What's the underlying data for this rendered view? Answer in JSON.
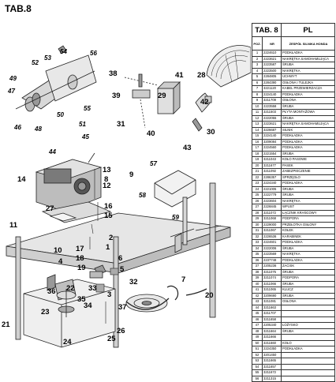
{
  "title": "TAB.8",
  "labels": {
    "l52": "52",
    "l53": "53",
    "l54": "54",
    "l56": "56",
    "l49": "49",
    "l47": "47",
    "l50": "50",
    "l55": "55",
    "l46": "46",
    "l48": "48",
    "l51": "51",
    "l45": "45",
    "l44": "44",
    "l38": "38",
    "l41": "41",
    "l39": "39",
    "l29": "29",
    "l31": "31",
    "l40": "40",
    "l28": "28",
    "l42": "42",
    "l30": "30",
    "l43": "43",
    "l14": "14",
    "l13": "13",
    "l8": "8",
    "l12": "12",
    "l9": "9",
    "l57": "57",
    "l58": "58",
    "l59": "59",
    "l27": "27",
    "l16": "16",
    "l15": "15",
    "l11": "11",
    "l2": "2",
    "l1": "1",
    "l10": "10",
    "l4": "4",
    "l17": "17",
    "l18": "18",
    "l19": "19",
    "l6": "6",
    "l5": "5",
    "l32": "32",
    "l36": "36",
    "l22": "22",
    "l35": "35",
    "l34": "34",
    "l33": "33",
    "l37": "37",
    "l3": "3",
    "l7": "7",
    "l20": "20",
    "l21": "21",
    "l23": "23",
    "l26": "26",
    "l25": "25",
    "l24": "24"
  },
  "table": {
    "header": {
      "tab": "TAB. 8",
      "lang": "PL"
    },
    "subheader": {
      "poz": "POZ.",
      "nr": "NR",
      "desc": "ZESPÓŁ SILNIKA HONDA"
    },
    "rows": [
      {
        "poz": "1",
        "nr": "2224610",
        "desc": "PODKŁADKA"
      },
      {
        "poz": "2",
        "nr": "2223621",
        "desc": "NAKRĘTKA SAMOHAMUJĄCA"
      },
      {
        "poz": "3",
        "nr": "2223587",
        "desc": "ŚRUBA"
      },
      {
        "poz": "4",
        "nr": "2223500",
        "desc": "NAKRĘTKA"
      },
      {
        "poz": "5",
        "nr": "2284805",
        "desc": "UCHWYT"
      },
      {
        "poz": "6",
        "nr": "2284390",
        "desc": "OSŁONA I TULEJKA"
      },
      {
        "poz": "7",
        "nr": "3221120",
        "desc": "KABEL PRZEWIERZACZA"
      },
      {
        "poz": "8",
        "nr": "2224140",
        "desc": "PODKŁADKA"
      },
      {
        "poz": "9",
        "nr": "3211709",
        "desc": "OSŁONA"
      },
      {
        "poz": "10",
        "nr": "2223558",
        "desc": "ŚRUBA"
      },
      {
        "poz": "11",
        "nr": "3211503",
        "desc": "PŁYTA MONTAŻOWA"
      },
      {
        "poz": "12",
        "nr": "2222055",
        "desc": "ŚRUBA"
      },
      {
        "poz": "13",
        "nr": "2223621",
        "desc": "NAKRĘTKA SAMOHAMUJĄCA"
      },
      {
        "poz": "14",
        "nr": "3226687",
        "desc": "SILNIK"
      },
      {
        "poz": "15",
        "nr": "2224140",
        "desc": "PODKŁADKA"
      },
      {
        "poz": "16",
        "nr": "3209084",
        "desc": "PODKŁADKA"
      },
      {
        "poz": "17",
        "nr": "2224560",
        "desc": "PODKŁADKA"
      },
      {
        "poz": "18",
        "nr": "2221554",
        "desc": "ŚRUBA"
      },
      {
        "poz": "19",
        "nr": "3211043",
        "desc": "KOŁO PASOWE"
      },
      {
        "poz": "20",
        "nr": "3211677",
        "desc": "PASEK"
      },
      {
        "poz": "21",
        "nr": "3211092",
        "desc": "ZABEZPIECZENIE"
      },
      {
        "poz": "22",
        "nr": "2286357",
        "desc": "SPRZĘGŁO"
      },
      {
        "poz": "23",
        "nr": "2224340",
        "desc": "PODKŁADKA"
      },
      {
        "poz": "24",
        "nr": "2221005",
        "desc": "ŚRUBA"
      },
      {
        "poz": "25",
        "nr": "2222779",
        "desc": "ŚRUBA"
      },
      {
        "poz": "26",
        "nr": "2223604",
        "desc": "NAKRĘTKA"
      },
      {
        "poz": "27",
        "nr": "2226845",
        "desc": "WPUST"
      },
      {
        "poz": "28",
        "nr": "3211072",
        "desc": "ŁĄCZNIK KRAŃCOWY"
      },
      {
        "poz": "29",
        "nr": "3211068",
        "desc": "PODPORA"
      },
      {
        "poz": "30",
        "nr": "2229000",
        "desc": "PRZEŁOTKA OSŁONY"
      },
      {
        "poz": "31",
        "nr": "3211067",
        "desc": "KOŁEK"
      },
      {
        "poz": "32",
        "nr": "2226536",
        "desc": "KARABINEK"
      },
      {
        "poz": "33",
        "nr": "2224601",
        "desc": "PODKŁADKA"
      },
      {
        "poz": "34",
        "nr": "2222006",
        "desc": "ŚRUBA"
      },
      {
        "poz": "35",
        "nr": "2223569",
        "desc": "NAKRĘTKA"
      },
      {
        "poz": "36",
        "nr": "2237748",
        "desc": "PODKŁADKA"
      },
      {
        "poz": "37",
        "nr": "2205236",
        "desc": "ZACISK"
      },
      {
        "poz": "38",
        "nr": "3211075",
        "desc": "ŚRUBA"
      },
      {
        "poz": "39",
        "nr": "3211074",
        "desc": "PODPORA"
      },
      {
        "poz": "40",
        "nr": "3211066",
        "desc": "ŚRUBA"
      },
      {
        "poz": "41",
        "nr": "3211065",
        "desc": "KLUCZ"
      },
      {
        "poz": "42",
        "nr": "3209690",
        "desc": "ŚRUBA"
      },
      {
        "poz": "43",
        "nr": "3211081",
        "desc": "OSŁONA"
      },
      {
        "poz": "44",
        "nr": "3211663",
        "desc": ""
      },
      {
        "poz": "45",
        "nr": "3211707",
        "desc": ""
      },
      {
        "poz": "46",
        "nr": "3211658",
        "desc": ""
      },
      {
        "poz": "47",
        "nr": "2205340",
        "desc": "ŁOŻYSKO"
      },
      {
        "poz": "48",
        "nr": "3211664",
        "desc": "ŚRUBA"
      },
      {
        "poz": "49",
        "nr": "3211666",
        "desc": ""
      },
      {
        "poz": "50",
        "nr": "3211660",
        "desc": "KOŁO"
      },
      {
        "poz": "51",
        "nr": "2224350",
        "desc": "PODKŁADKA"
      },
      {
        "poz": "52",
        "nr": "3201450",
        "desc": ""
      },
      {
        "poz": "53",
        "nr": "3211665",
        "desc": ""
      },
      {
        "poz": "54",
        "nr": "3211657",
        "desc": ""
      },
      {
        "poz": "55",
        "nr": "3211672",
        "desc": ""
      },
      {
        "poz": "56",
        "nr": "3211315",
        "desc": ""
      }
    ]
  }
}
